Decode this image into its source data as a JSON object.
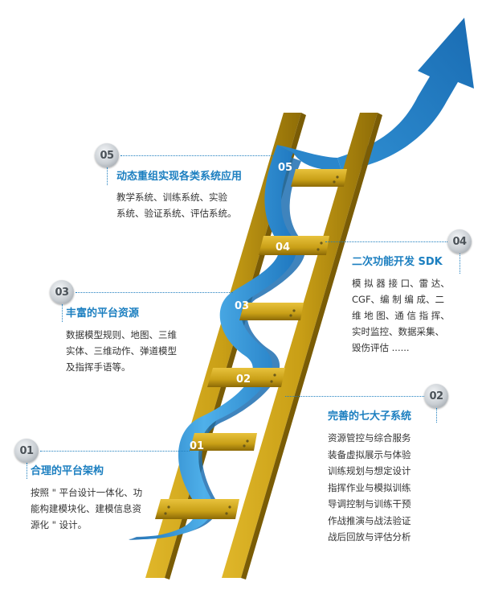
{
  "items": [
    {
      "num": "01",
      "title": "合理的平台架构",
      "lines": [
        "按照 \" 平台设计一体化、功",
        "能构建模块化、建模信息资",
        "源化 \" 设计。"
      ]
    },
    {
      "num": "02",
      "title": "完善的七大子系统",
      "lines": [
        "资源管控与综合服务",
        "装备虚拟展示与体验",
        "训练规划与想定设计",
        "指挥作业与模拟训练",
        "导调控制与训练干预",
        "作战推演与战法验证",
        "战后回放与评估分析"
      ]
    },
    {
      "num": "03",
      "title": "丰富的平台资源",
      "lines": [
        "数据模型规则、地图、三维",
        "实体、三维动作、弹道模型",
        "及指挥手语等。"
      ]
    },
    {
      "num": "04",
      "title": "二次功能开发 SDK",
      "lines": [
        "模 拟 器 接 口、雷 达、",
        "CGF、编 制 编 成、二",
        "维 地 图、通 信 指 挥、",
        "实时监控、数据采集、",
        "毁伤评估 ......"
      ]
    },
    {
      "num": "05",
      "title": "动态重组实现各类系统应用",
      "lines": [
        "教学系统、训练系统、实验",
        "系统、验证系统、评估系统。"
      ]
    }
  ],
  "ribbon_labels": [
    "01",
    "02",
    "03",
    "04",
    "05"
  ],
  "colors": {
    "accent": "#1c7fc0",
    "ladder": "#c9a017",
    "ribbon": "#2f8fd2"
  }
}
